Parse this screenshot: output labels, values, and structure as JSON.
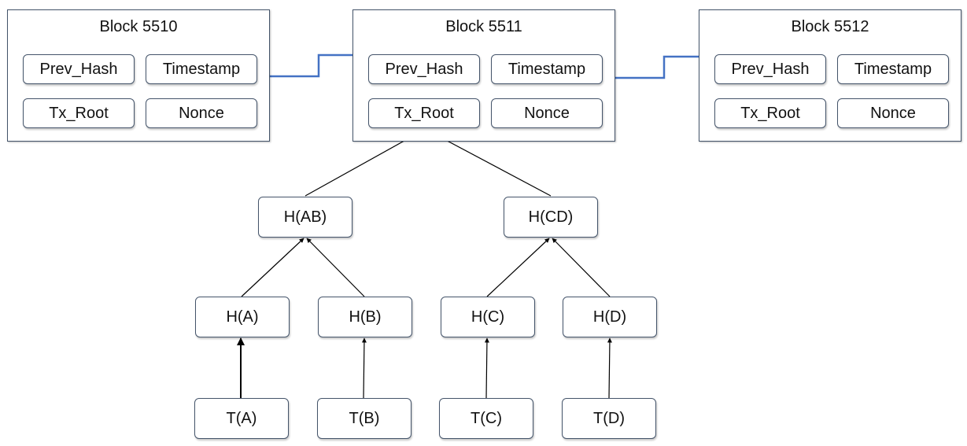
{
  "blocks": [
    {
      "title": "Block 5510",
      "fields": {
        "prev_hash": "Prev_Hash",
        "timestamp": "Timestamp",
        "tx_root": "Tx_Root",
        "nonce": "Nonce"
      }
    },
    {
      "title": "Block 5511",
      "fields": {
        "prev_hash": "Prev_Hash",
        "timestamp": "Timestamp",
        "tx_root": "Tx_Root",
        "nonce": "Nonce"
      }
    },
    {
      "title": "Block 5512",
      "fields": {
        "prev_hash": "Prev_Hash",
        "timestamp": "Timestamp",
        "tx_root": "Tx_Root",
        "nonce": "Nonce"
      }
    }
  ],
  "merkle_tree": {
    "level1": [
      "H(AB)",
      "H(CD)"
    ],
    "level2": [
      "H(A)",
      "H(B)",
      "H(C)",
      "H(D)"
    ],
    "leaves": [
      "T(A)",
      "T(B)",
      "T(C)",
      "T(D)"
    ]
  },
  "colors": {
    "chain_arrow": "#4472c4",
    "tree_arrow": "#000000",
    "box_border": "#44546a"
  }
}
